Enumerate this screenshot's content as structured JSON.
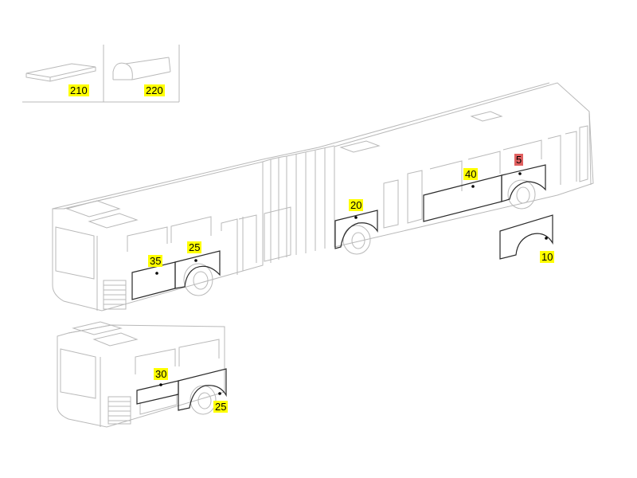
{
  "colors": {
    "label_bg": "#ffff00",
    "label_bg_highlight": "#e06060",
    "line": "#b9b9b9",
    "panel": "#2a2a2a"
  },
  "labels": {
    "210": "210",
    "220": "220",
    "5": "5",
    "40": "40",
    "20": "20",
    "25_main": "25",
    "35": "35",
    "10": "10",
    "30": "30",
    "25_small": "25"
  }
}
